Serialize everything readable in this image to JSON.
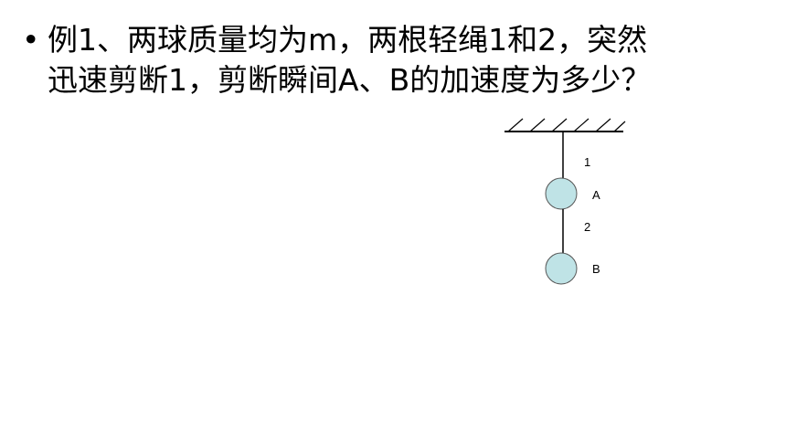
{
  "question": {
    "bullet": "•",
    "line1": "例1、两球质量均为m，两根轻绳1和2，突然",
    "line2": "迅速剪断1，剪断瞬间A、B的加速度为多少？"
  },
  "figure": {
    "rope1_label": "1",
    "rope2_label": "2",
    "ball_a_label": "A",
    "ball_b_label": "B",
    "ball_color": "#bfe3e6",
    "line_color": "#000000"
  }
}
